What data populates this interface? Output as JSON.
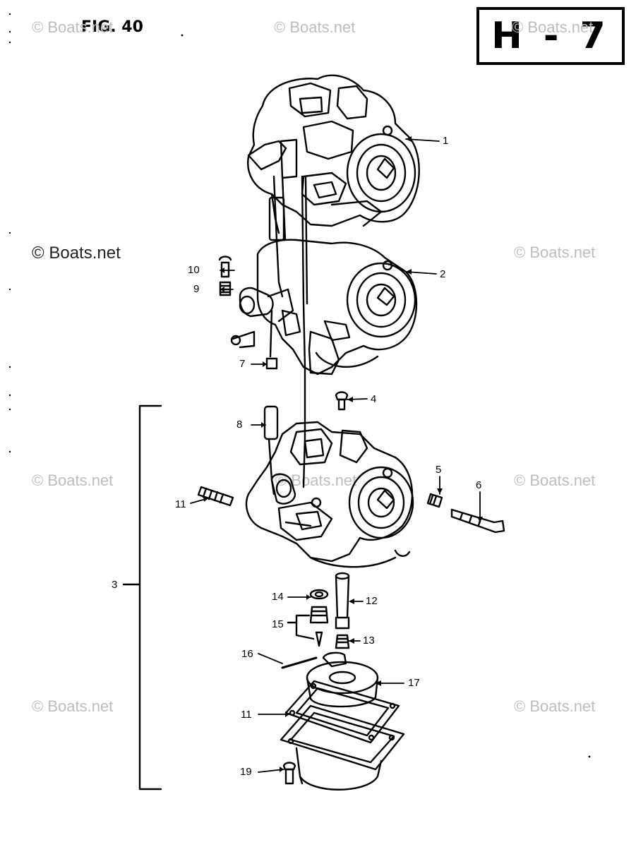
{
  "header": {
    "figure_label": "FIG. 40",
    "page_code": "H - 7"
  },
  "watermarks": [
    "© Boats.net",
    "© Boats.net",
    "© Boats.net",
    "© Boats.net",
    "© Boats.net",
    "© Boats.net",
    "© Boats.net",
    "© Boats.net",
    "© Boats.net",
    "© Boats.net"
  ],
  "callouts": [
    "1",
    "2",
    "3",
    "4",
    "5",
    "6",
    "7",
    "8",
    "9",
    "10",
    "11",
    "11",
    "12",
    "13",
    "14",
    "15",
    "16",
    "17",
    "19"
  ],
  "colors": {
    "ink": "#000000",
    "watermark": "#bdbdbd"
  }
}
